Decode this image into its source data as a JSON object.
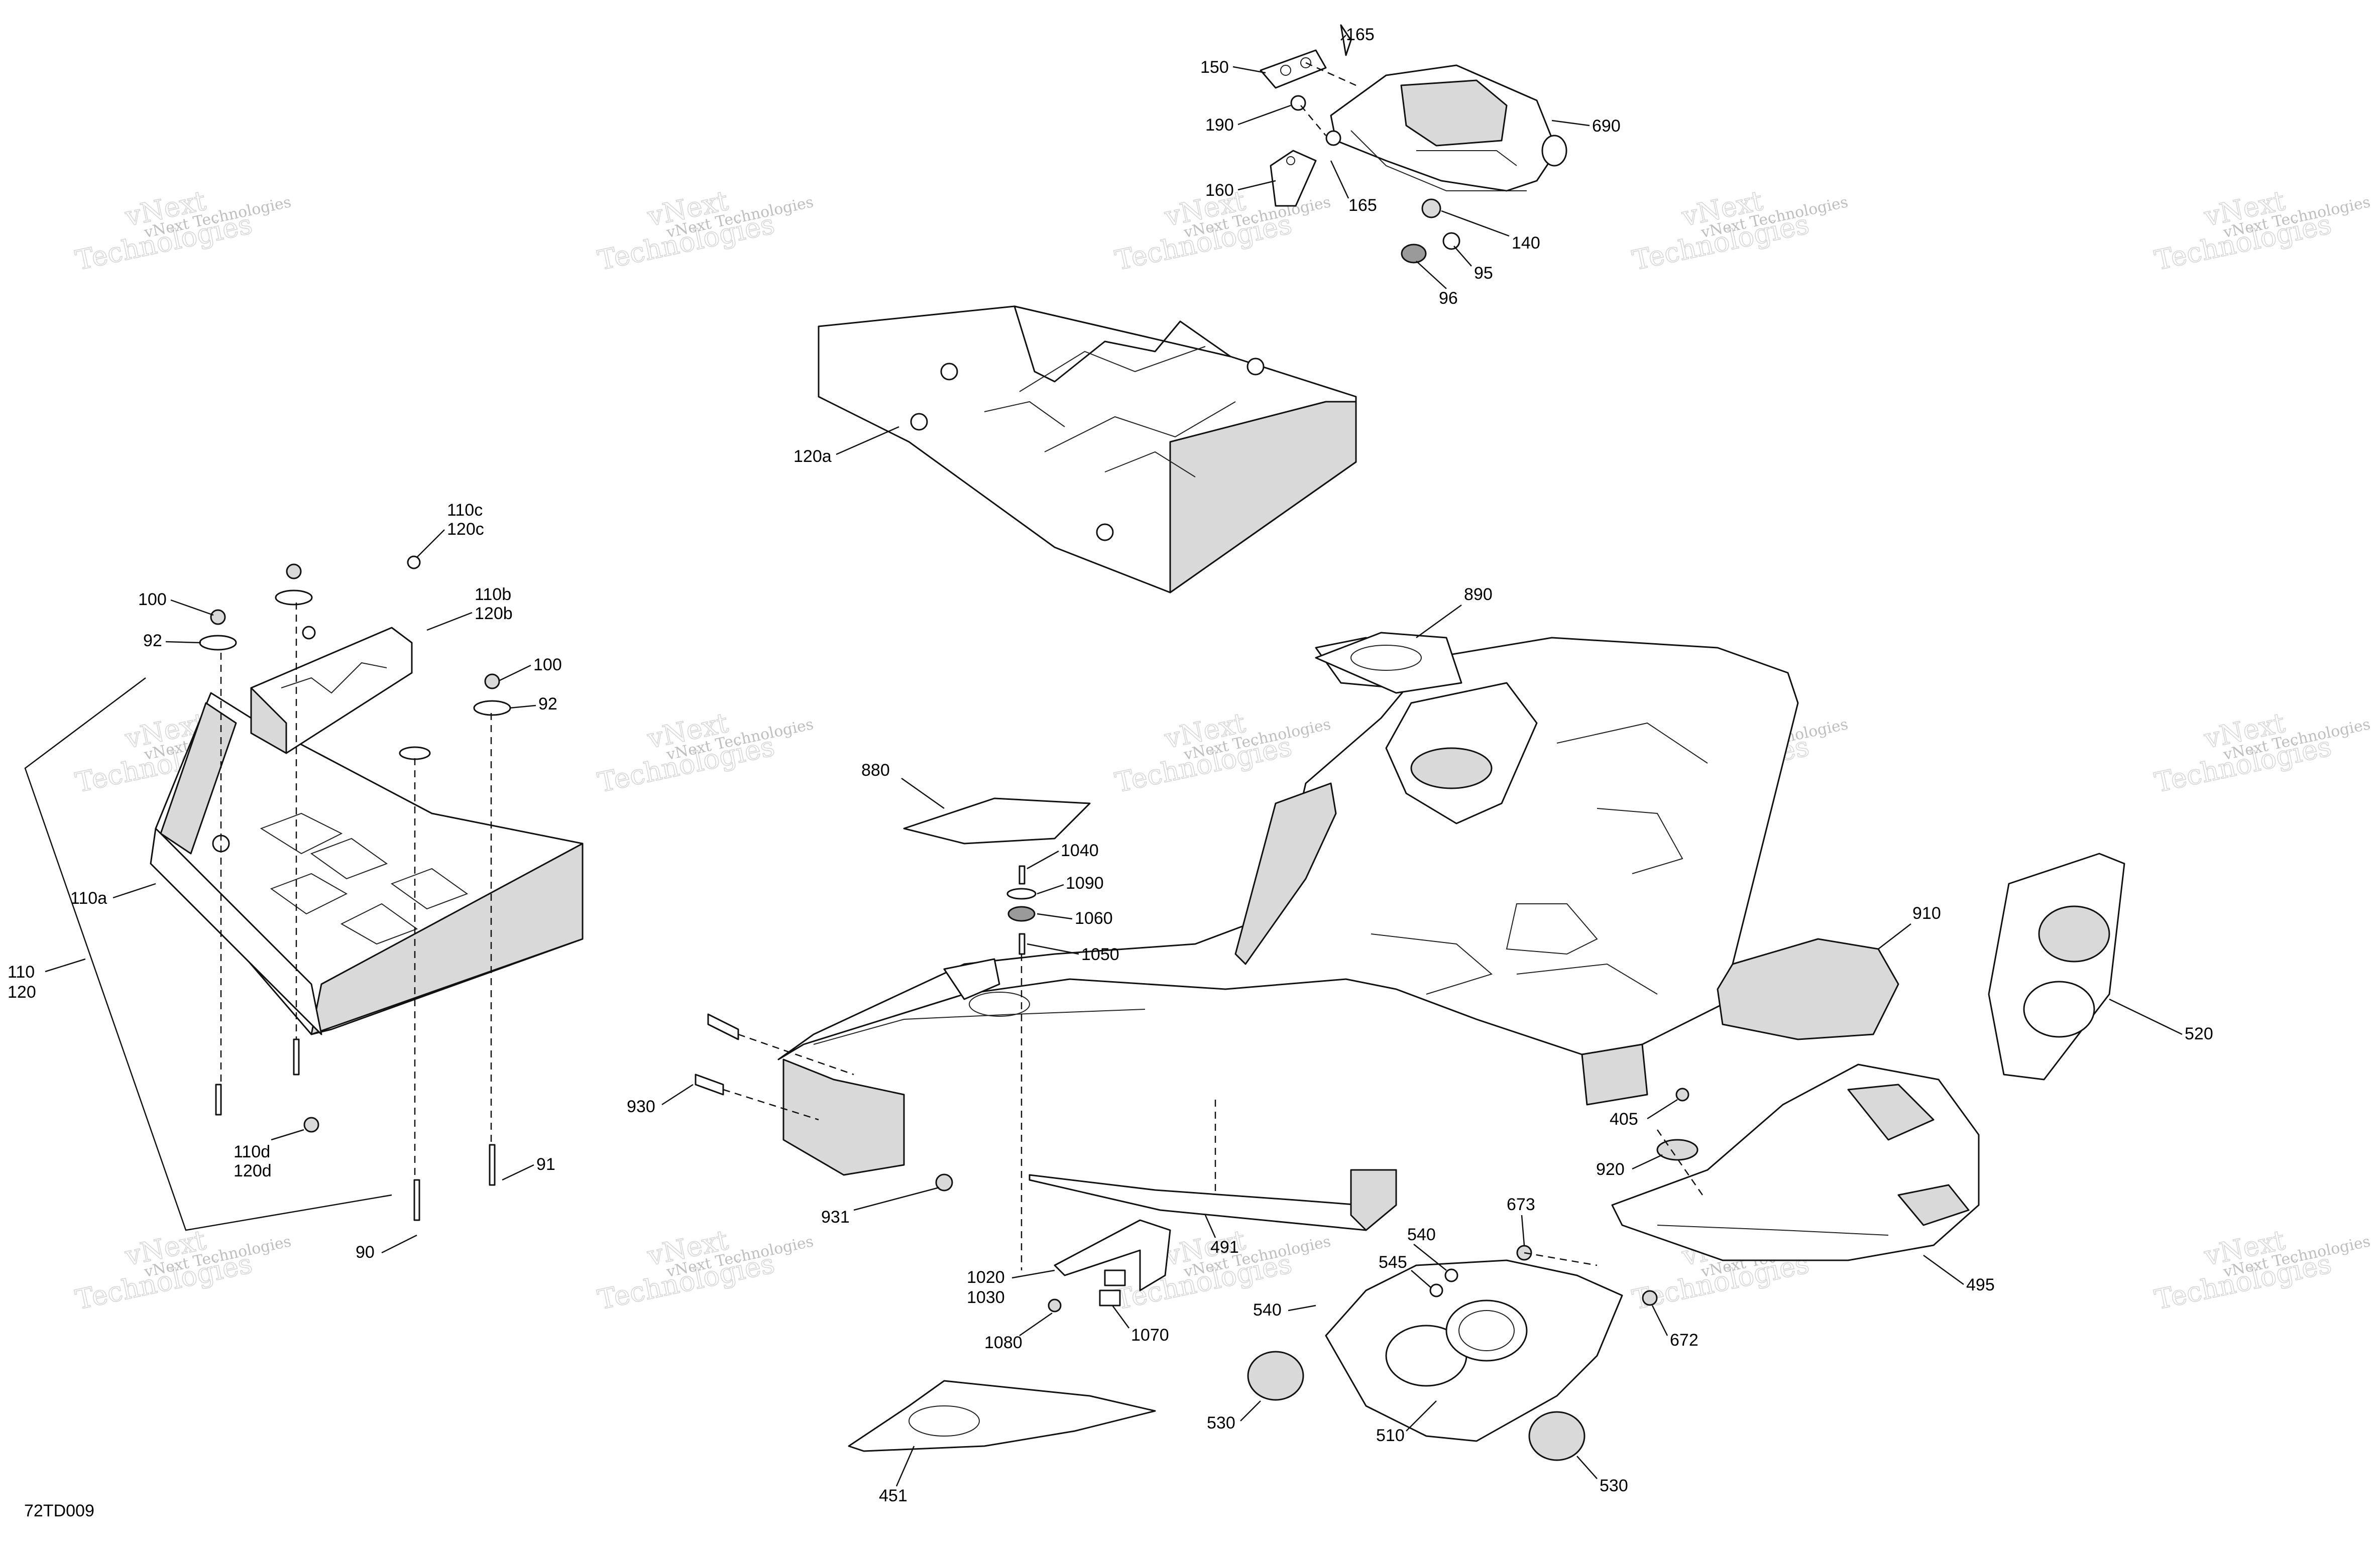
{
  "diagram_ref": "72TD009",
  "watermark": {
    "line1": "vNext Technologies",
    "line2": "vNext",
    "line3": "Technologies"
  },
  "callouts": [
    "165",
    "150",
    "190",
    "690",
    "160",
    "165",
    "140",
    "95",
    "96",
    "120a",
    "110c",
    "120c",
    "100",
    "92",
    "110b",
    "120b",
    "100",
    "92",
    "110a",
    "110",
    "120",
    "110d",
    "120d",
    "91",
    "90",
    "890",
    "880",
    "1040",
    "1090",
    "1060",
    "1050",
    "930",
    "931",
    "491",
    "1020",
    "1030",
    "1080",
    "1070",
    "910",
    "520",
    "405",
    "920",
    "495",
    "540",
    "545",
    "540",
    "673",
    "672",
    "530",
    "510",
    "530",
    "451"
  ],
  "colors": {
    "line": "#111111",
    "fill_grey": "#d9d9d9",
    "watermark": "#8a8a8a"
  }
}
